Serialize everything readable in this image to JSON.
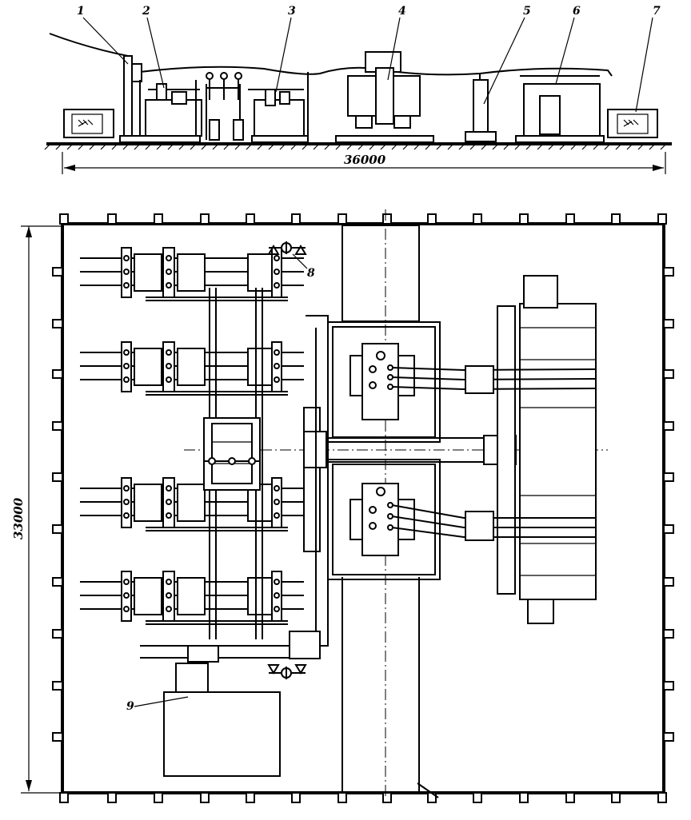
{
  "elevation": {
    "callouts": [
      "1",
      "2",
      "3",
      "4",
      "5",
      "6",
      "7"
    ],
    "dimension": "36000"
  },
  "plan": {
    "dimension_vertical": "33000",
    "callouts": [
      "8",
      "9"
    ]
  }
}
